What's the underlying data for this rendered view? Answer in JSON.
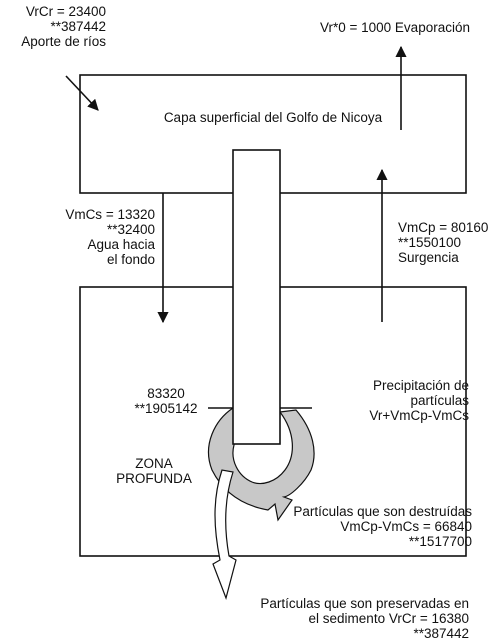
{
  "inflow_rivers": {
    "line1": "VrCr = 23400",
    "line2": "**387442",
    "line3": "Aporte de ríos"
  },
  "evaporation": {
    "text": "Vr*0 = 1000 Evaporación"
  },
  "surface_layer": {
    "title": "Capa superficial del Golfo de Nicoya"
  },
  "down_flow": {
    "line1": "VmCs = 13320",
    "line2": "**32400",
    "line3": "Agua hacia",
    "line4": "el fondo"
  },
  "upwelling": {
    "line1": "VmCp = 80160",
    "line2": "**1550100",
    "line3": "Surgencia"
  },
  "column_values": {
    "line1": "83320",
    "line2": "**1905142"
  },
  "precipitation": {
    "line1": "Precipitación de",
    "line2": "partículas",
    "line3": "Vr+VmCp-VmCs"
  },
  "deep_zone": {
    "line1": "ZONA",
    "line2": "PROFUNDA"
  },
  "destroyed": {
    "line1": "Partículas que son destruídas",
    "line2": "VmCp-VmCs = 66840",
    "line3": "**1517700"
  },
  "preserved": {
    "line1": "Partículas que son preservadas en",
    "line2": "el sedimento VrCr = 16380",
    "line3": "**387442"
  },
  "colors": {
    "stroke": "#111111",
    "fill_gray": "#c8c8c8",
    "background": "#ffffff"
  }
}
